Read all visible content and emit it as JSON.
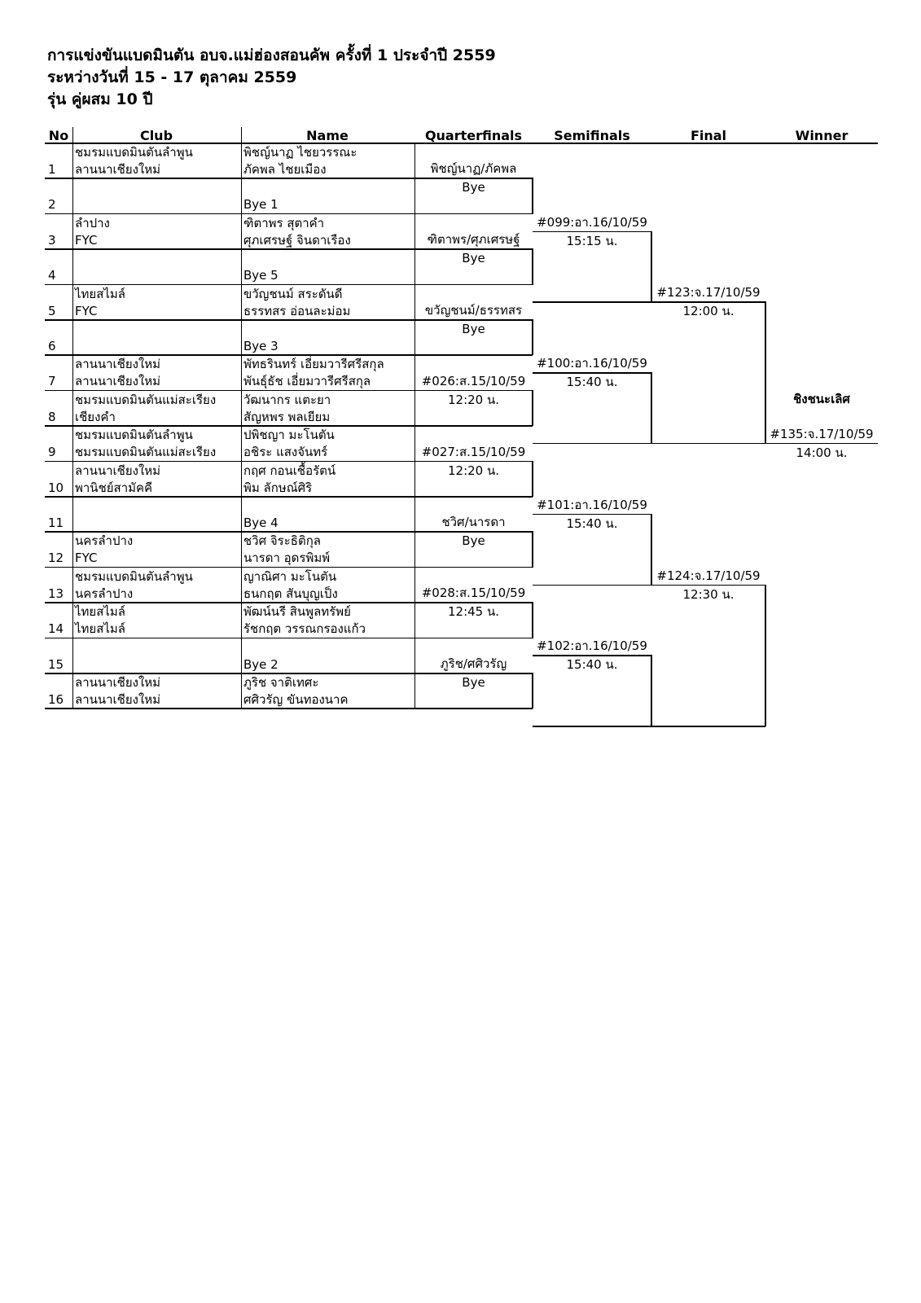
{
  "header": {
    "line1": "การแข่งขันแบดมินตัน อบจ.แม่ฮ่องสอนคัพ ครั้งที่ 1 ประจำปี 2559",
    "line2": "ระหว่างวันที่ 15 - 17 ตุลาคม 2559",
    "line3": "รุ่น คู่ผสม 10 ปี"
  },
  "columns": {
    "no": "No",
    "club": "Club",
    "name": "Name",
    "quarterfinals": "Quarterfinals",
    "semifinals": "Semifinals",
    "final": "Final",
    "winner": "Winner"
  },
  "entries": [
    {
      "no": "1",
      "club1": "ชมรมแบดมินตันลำพูน",
      "club2": "ลานนาเชียงใหม่",
      "name1": "พิชญ์นาฏ ไชยวรรณะ",
      "name2": "ภัคพล ไชยเมือง"
    },
    {
      "no": "2",
      "club1": "",
      "club2": "",
      "name1": "",
      "name2": "Bye 1"
    },
    {
      "no": "3",
      "club1": "ลำปาง",
      "club2": "FYC",
      "name1": "ฑิตาพร สุตาคำ",
      "name2": "ศุภเศรษฐ์ จินดาเรือง"
    },
    {
      "no": "4",
      "club1": "",
      "club2": "",
      "name1": "",
      "name2": "Bye 5"
    },
    {
      "no": "5",
      "club1": "ไทยสไมล์",
      "club2": "FYC",
      "name1": "ขวัญชนม์ สระดันดี",
      "name2": "ธรรทสร อ่อนละม่อม"
    },
    {
      "no": "6",
      "club1": "",
      "club2": "",
      "name1": "",
      "name2": "Bye 3"
    },
    {
      "no": "7",
      "club1": "ลานนาเชียงใหม่",
      "club2": "ลานนาเชียงใหม่",
      "name1": "พัทธรินทร์ เอี่ยมวารีศรีสกุล",
      "name2": "พันธุ์ธัช เอี่ยมวารีศรีสกุล"
    },
    {
      "no": "8",
      "club1": "ชมรมแบดมินตันแม่สะเรียง",
      "club2": "เชียงคำ",
      "name1": "วัฒนากร แตะยา",
      "name2": "สัญหพร พลเยียม"
    },
    {
      "no": "9",
      "club1": "ชมรมแบดมินตันลำพูน",
      "club2": "ชมรมแบดมินตันแม่สะเรียง",
      "name1": "ปพิชญา มะโนตัน",
      "name2": "อชิระ แสงจันทร์"
    },
    {
      "no": "10",
      "club1": "ลานนาเชียงใหม่",
      "club2": "พานิชย์สามัคคี",
      "name1": "กฤศ กอนเชื้อรัตน์",
      "name2": "พิม ลักษณ์ศิริ"
    },
    {
      "no": "11",
      "club1": "",
      "club2": "",
      "name1": "",
      "name2": "Bye 4"
    },
    {
      "no": "12",
      "club1": "นครลำปาง",
      "club2": "FYC",
      "name1": "ชวิศ จิระธิติกุล",
      "name2": "นารดา อุดรพิมพ์"
    },
    {
      "no": "13",
      "club1": "ชมรมแบดมินตันลำพูน",
      "club2": "นครลำปาง",
      "name1": "ญาณิศา มะโนตัน",
      "name2": "ธนกฤต สันบุญเป็ง"
    },
    {
      "no": "14",
      "club1": "ไทยสไมล์",
      "club2": "ไทยสไมล์",
      "name1": "พัฒน์นรี สินพูลทรัพย์",
      "name2": "รัชกฤต วรรณกรองแก้ว"
    },
    {
      "no": "15",
      "club1": "",
      "club2": "",
      "name1": "",
      "name2": "Bye 2"
    },
    {
      "no": "16",
      "club1": "ลานนาเชียงใหม่",
      "club2": "ลานนาเชียงใหม่",
      "name1": "ภูริช จาติเทศะ",
      "name2": "ศศิวรัญ ขันทองนาค"
    }
  ],
  "quarterfinals": [
    {
      "top": "พิชญ์นาฏ/ภัคพล",
      "bottom": "Bye"
    },
    {
      "top": "ฑิตาพร/ศุภเศรษฐ์",
      "bottom": "Bye"
    },
    {
      "top": "ขวัญชนม์/ธรรทสร",
      "bottom": "Bye"
    },
    {
      "top": "#026:ส.15/10/59",
      "bottom": "12:20 น."
    },
    {
      "top": "#027:ส.15/10/59",
      "bottom": "12:20 น."
    },
    {
      "top": "ชวิศ/นารดา",
      "bottom": "Bye"
    },
    {
      "top": "#028:ส.15/10/59",
      "bottom": "12:45 น."
    },
    {
      "top": "ภูริช/ศศิวรัญ",
      "bottom": "Bye"
    }
  ],
  "semifinals": [
    {
      "top": "#099:อา.16/10/59",
      "bottom": "15:15 น."
    },
    {
      "top": "#100:อา.16/10/59",
      "bottom": "15:40 น."
    },
    {
      "top": "#101:อา.16/10/59",
      "bottom": "15:40 น."
    },
    {
      "top": "#102:อา.16/10/59",
      "bottom": "15:40 น."
    }
  ],
  "finals": [
    {
      "top": "#123:จ.17/10/59",
      "bottom": "12:00 น."
    },
    {
      "top": "#124:จ.17/10/59",
      "bottom": "12:30 น."
    }
  ],
  "winner": {
    "label": "ชิงชนะเลิศ",
    "top": "#135:จ.17/10/59",
    "bottom": "14:00 น."
  }
}
